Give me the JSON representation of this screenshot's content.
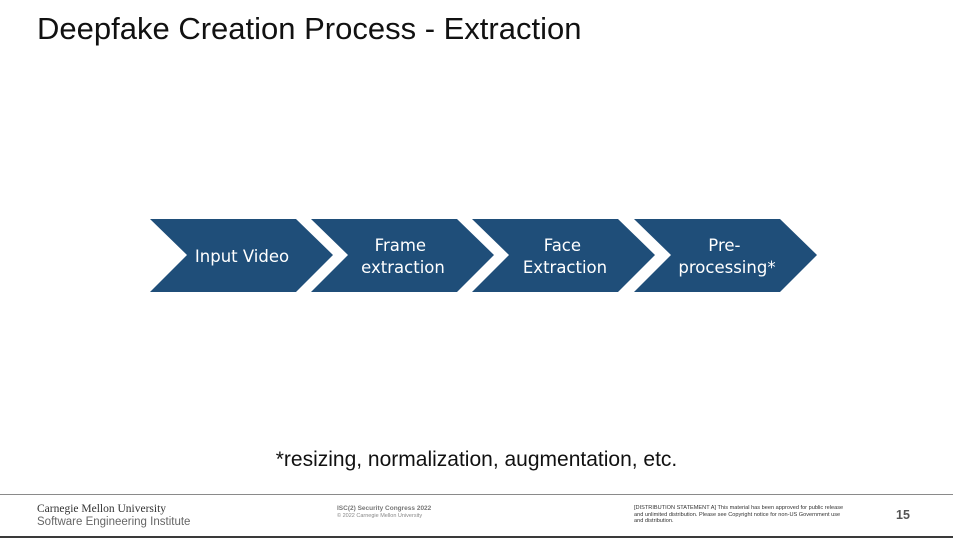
{
  "slide": {
    "title": "Deepfake Creation Process - Extraction",
    "footnote": "*resizing, normalization, augmentation, etc.",
    "page_number": "15"
  },
  "process": {
    "fill_color": "#1f4e79",
    "steps": [
      {
        "lines": [
          "Input Video"
        ]
      },
      {
        "lines": [
          "Frame",
          "extraction"
        ]
      },
      {
        "lines": [
          "Face",
          "Extraction"
        ]
      },
      {
        "lines": [
          "Pre-",
          "processing*"
        ]
      }
    ]
  },
  "footer": {
    "university": "Carnegie Mellon University",
    "institute": "Software Engineering Institute",
    "conference": "ISC(2) Security Congress 2022",
    "copyright": "© 2022 Carnegie Mellon University",
    "distribution": "[DISTRIBUTION STATEMENT A] This material has been approved for public release and unlimited distribution. Please see Copyright notice for non-US Government use and distribution."
  }
}
